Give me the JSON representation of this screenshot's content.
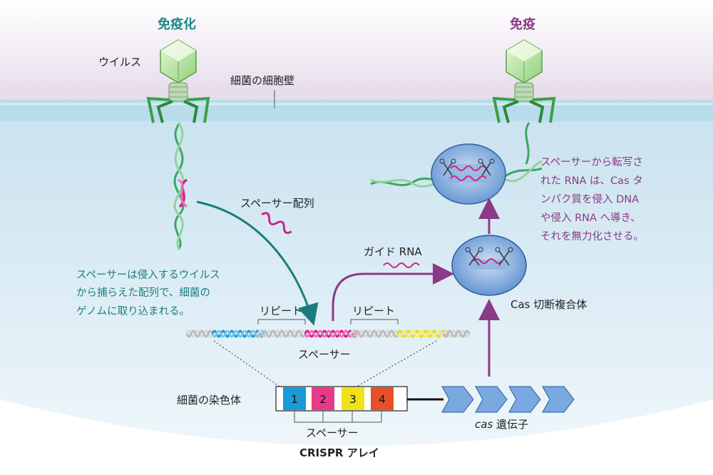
{
  "headings": {
    "immunization": "免疫化",
    "immunity": "免疫"
  },
  "labels": {
    "virus": "ウイルス",
    "cell_wall": "細菌の細胞壁",
    "spacer_sequence": "スペーサー配列",
    "guide_rna": "ガイド RNA",
    "cas_complex": "Cas 切断複合体",
    "repeat_left": "リピート",
    "repeat_right": "リピート",
    "spacer_mid": "スペーサー",
    "bacterial_chromosome": "細菌の染色体",
    "spacer_bottom": "スペーサー",
    "crispr_array": "CRISPR アレイ",
    "cas_genes_italic": "cas",
    "cas_genes_rest": " 遺伝子"
  },
  "notes": {
    "left": [
      "スペーサーは侵入するウイルス",
      "から捕らえた配列で、細菌の",
      "ゲノムに取り込まれる。"
    ],
    "right": [
      "スペーサーから転写さ",
      "れた RNA は、Cas タ",
      "ンパク質を侵入 DNA",
      "や侵入 RNA へ導き、",
      "それを無力化させる。"
    ]
  },
  "spacer_boxes": [
    {
      "num": "1",
      "color": "#1a9ad6"
    },
    {
      "num": "2",
      "color": "#e83a8a"
    },
    {
      "num": "3",
      "color": "#f2e01a"
    },
    {
      "num": "4",
      "color": "#e8502a"
    }
  ],
  "colors": {
    "membrane_top": "#e6dcea",
    "cytoplasm": "#d9ebf4",
    "teal": "#1a7d7d",
    "purple": "#8a3a86",
    "cas_blue": "#4a86cc",
    "dna_green": "#3aa860",
    "magenta": "#d0208a"
  },
  "icons": [
    "virus-icon",
    "scissors-icon"
  ]
}
